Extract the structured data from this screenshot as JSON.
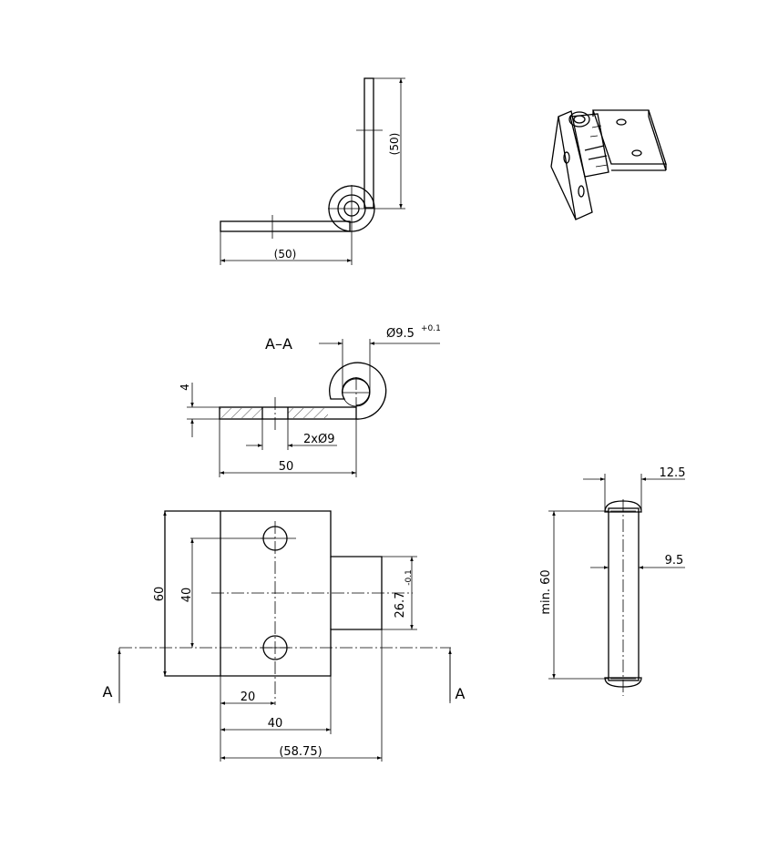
{
  "top_view": {
    "dim_horizontal": "(50)",
    "dim_vertical": "(50)"
  },
  "section": {
    "title": "A–A",
    "dim_thickness": "4",
    "dim_bore": "Ø9.5",
    "dim_bore_tol": "+0.1",
    "dim_holes": "2xØ9",
    "dim_width": "50"
  },
  "plan_view": {
    "dim_height": "60",
    "dim_hole_spacing": "40",
    "dim_knuckle": "26.7",
    "dim_knuckle_tol": "-0.1",
    "dim_hole_offset": "20",
    "dim_leaf": "40",
    "dim_overall": "(58.75)",
    "cut_label_left": "A",
    "cut_label_right": "A"
  },
  "pin_view": {
    "dim_head": "12.5",
    "dim_shaft": "9.5",
    "dim_length": "min. 60"
  }
}
